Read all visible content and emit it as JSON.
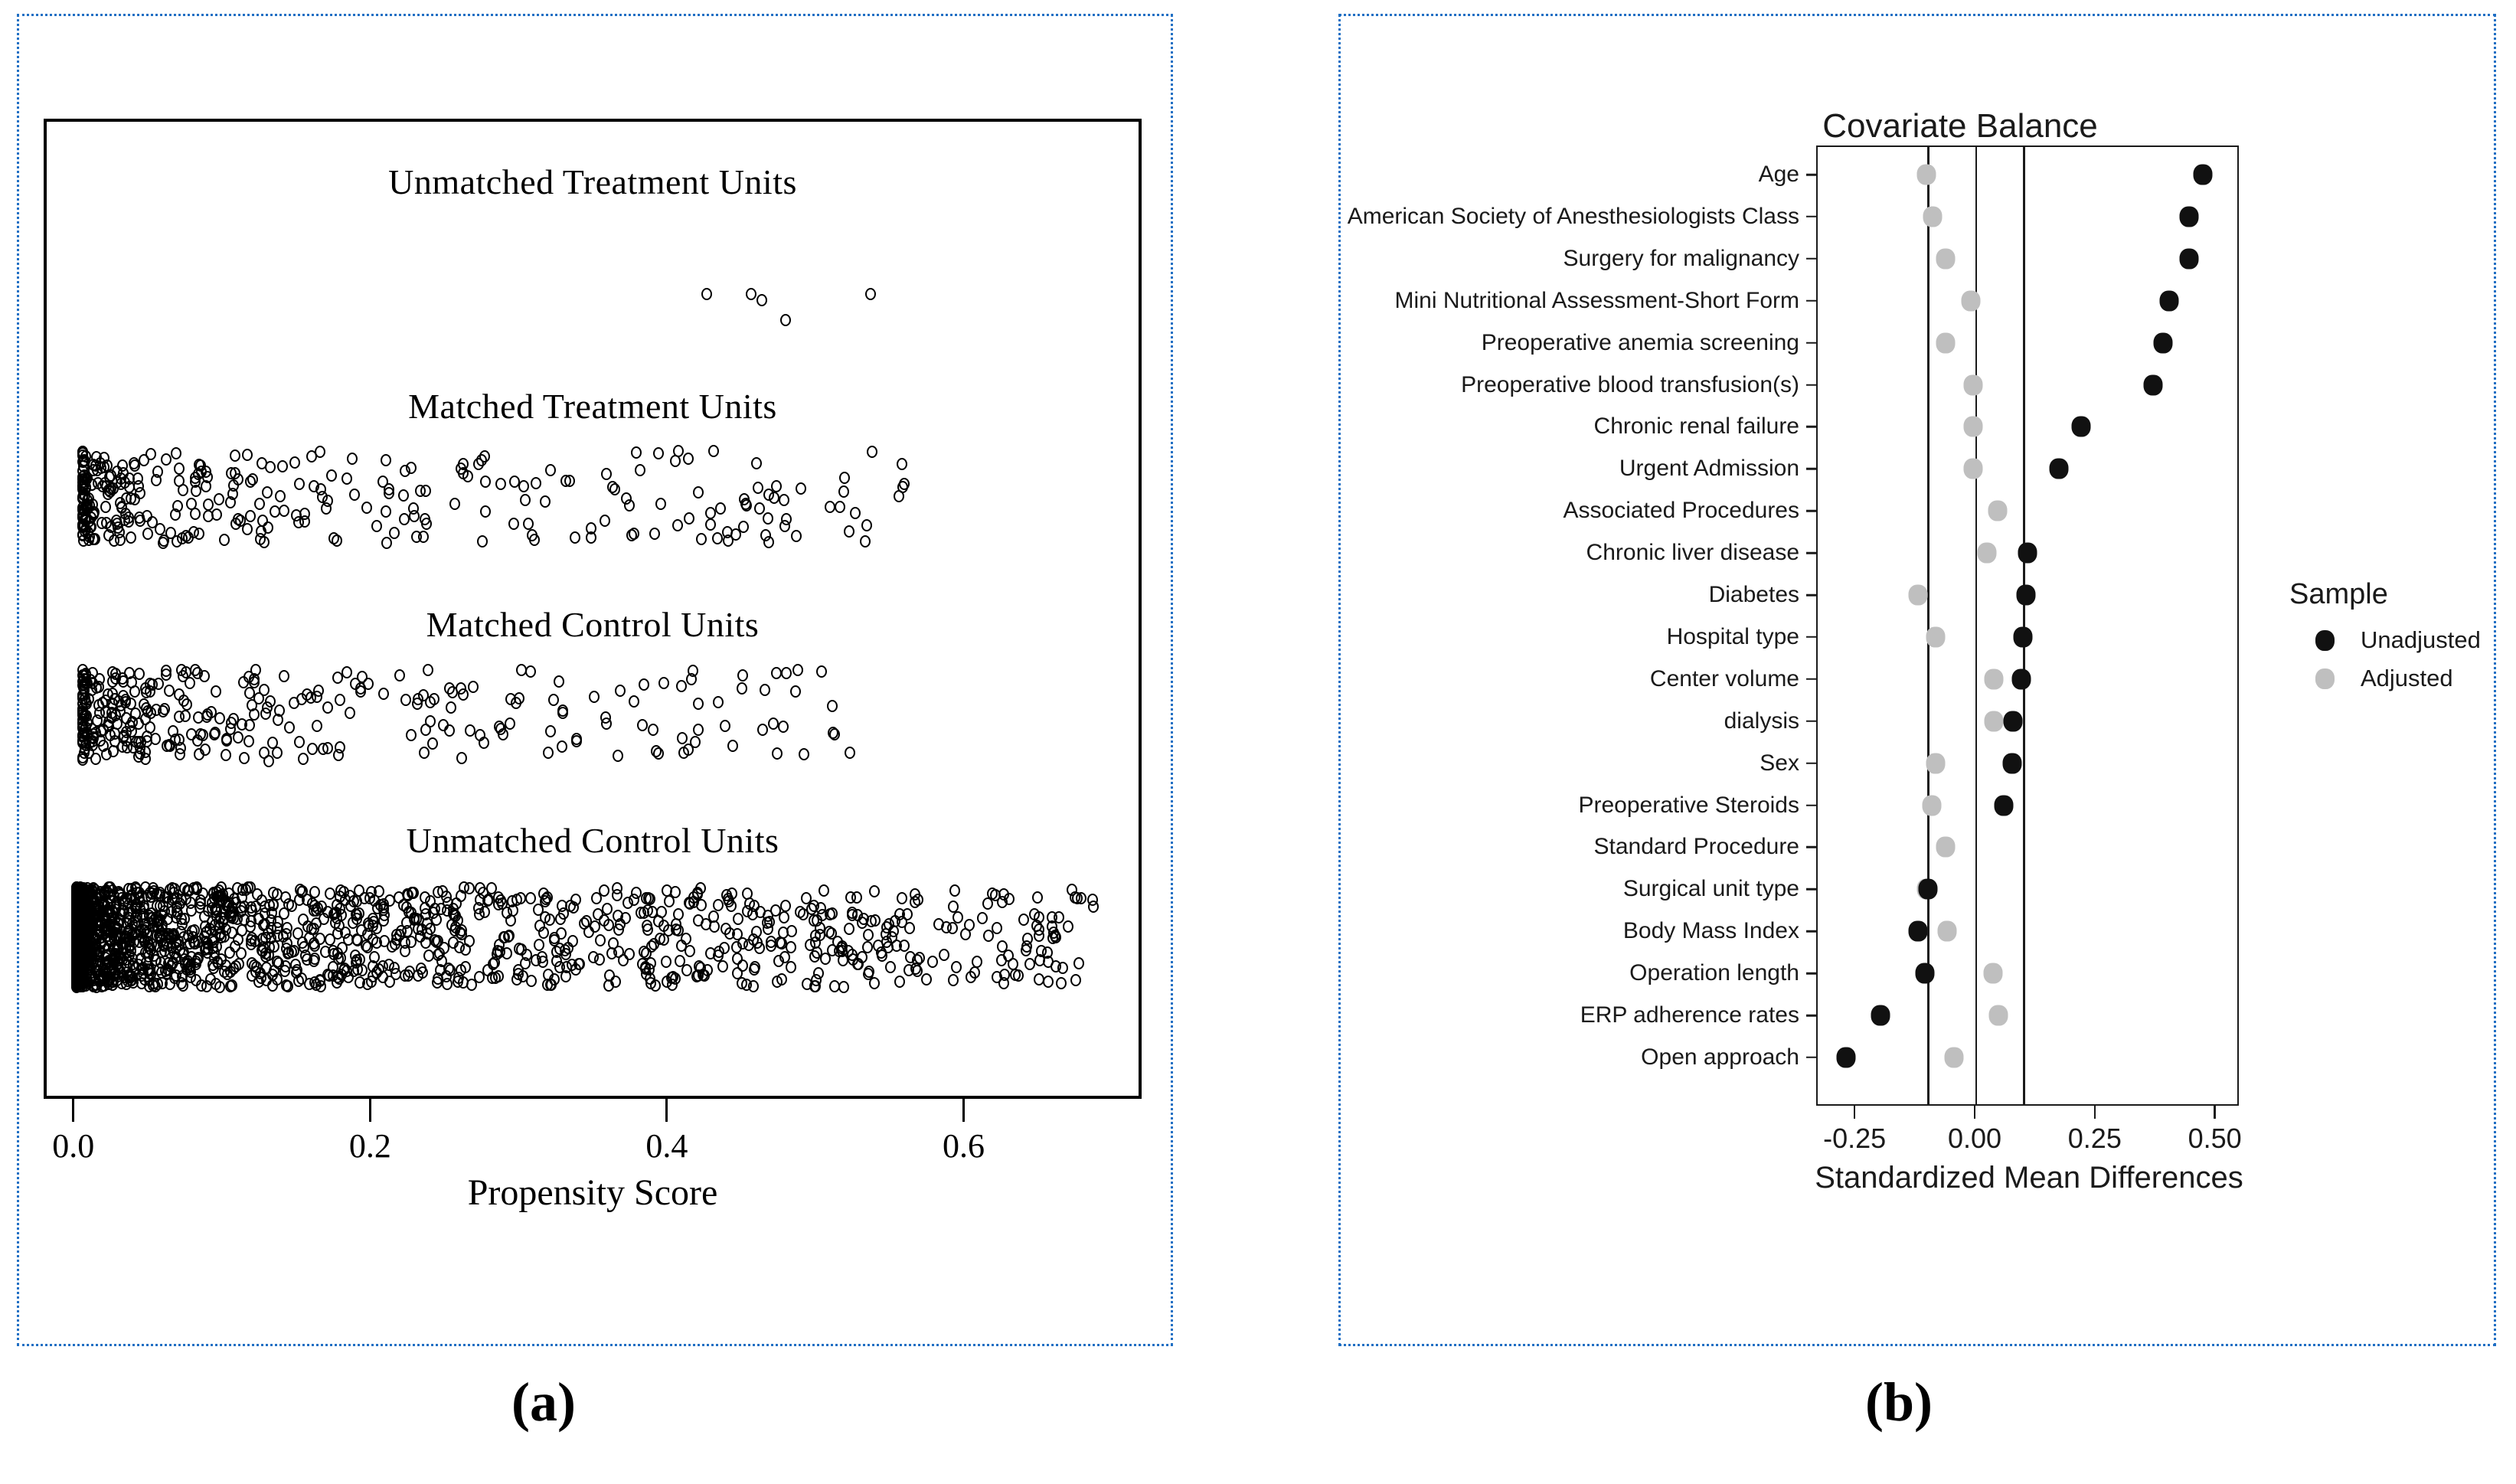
{
  "figure": {
    "captions": {
      "a": "(a)",
      "b": "(b)"
    }
  },
  "panel_a": {
    "bands": [
      "Unmatched Treatment Units",
      "Matched Treatment Units",
      "Matched Control Units",
      "Unmatched Control Units"
    ],
    "xlabel": "Propensity Score",
    "xticks": [
      "0.0",
      "0.2",
      "0.4",
      "0.6"
    ]
  },
  "panel_b": {
    "title": "Covariate Balance",
    "xlabel": "Standardized Mean Differences",
    "xticks": [
      "-0.25",
      "0.00",
      "0.25",
      "0.50"
    ],
    "legend": {
      "title": "Sample",
      "items": [
        {
          "label": "Unadjusted",
          "color": "#111111"
        },
        {
          "label": "Adjusted",
          "color": "#bfbfbf"
        }
      ]
    }
  },
  "chart_data": [
    {
      "type": "scatter",
      "title": "",
      "xlabel": "Propensity Score",
      "ylabel": "",
      "xlim": [
        -0.02,
        0.72
      ],
      "xticks": [
        0.0,
        0.2,
        0.4,
        0.6
      ],
      "grid": false,
      "marker": "open-circle",
      "groups": [
        {
          "name": "Unmatched Treatment Units",
          "n": 5,
          "values": [
            0.425,
            0.455,
            0.462,
            0.478,
            0.535
          ]
        },
        {
          "name": "Matched Treatment Units",
          "n": 330,
          "range": [
            0.004,
            0.565
          ],
          "description": "Dense overlapping cluster from 0.00 to 0.25, thinning out to isolated points up to 0.565"
        },
        {
          "name": "Matched Control Units",
          "n": 330,
          "range": [
            0.004,
            0.53
          ],
          "description": "Dense overlapping cluster from 0.00 to 0.24, scattered points up to 0.53"
        },
        {
          "name": "Unmatched Control Units",
          "n": 2000,
          "range": [
            0.0,
            0.69
          ],
          "description": "Saturated solid black mass from 0.00 to 0.10, dense to 0.25, sparse tail to 0.69"
        }
      ]
    },
    {
      "type": "scatter",
      "title": "Covariate Balance",
      "xlabel": "Standardized Mean Differences",
      "ylabel": "",
      "xlim": [
        -0.33,
        0.55
      ],
      "xticks": [
        -0.25,
        0.0,
        0.25,
        0.5
      ],
      "reference_lines": [
        -0.1,
        0.0,
        0.1
      ],
      "grid": false,
      "legend_position": "right",
      "categories": [
        "Age",
        "American Society of Anesthesiologists Class",
        "Surgery for malignancy",
        "Mini Nutritional Assessment-Short Form",
        "Preoperative anemia screening",
        "Preoperative blood transfusion(s)",
        "Chronic renal failure",
        "Urgent Admission",
        "Associated Procedures",
        "Chronic liver disease",
        "Diabetes",
        "Hospital type",
        "Center volume",
        "dialysis",
        "Sex",
        "Preoperative Steroids",
        "Standard Procedure",
        "Surgical unit type",
        "Body Mass Index",
        "Operation length",
        "ERP adherence rates",
        "Open approach"
      ],
      "series": [
        {
          "name": "Unadjusted",
          "color": "#111111",
          "values": [
            0.475,
            0.447,
            0.447,
            0.405,
            0.392,
            0.372,
            0.222,
            0.175,
            null,
            0.11,
            0.107,
            0.1,
            0.098,
            0.08,
            0.078,
            0.06,
            null,
            -0.098,
            -0.118,
            -0.104,
            -0.196,
            -0.268
          ]
        },
        {
          "name": "Adjusted",
          "color": "#bfbfbf",
          "values": [
            -0.1,
            -0.088,
            -0.06,
            -0.008,
            -0.06,
            -0.003,
            -0.003,
            -0.003,
            0.048,
            0.025,
            -0.118,
            -0.082,
            0.04,
            0.04,
            -0.082,
            -0.09,
            -0.06,
            -0.1,
            -0.058,
            0.038,
            0.05,
            -0.043
          ]
        }
      ]
    }
  ]
}
